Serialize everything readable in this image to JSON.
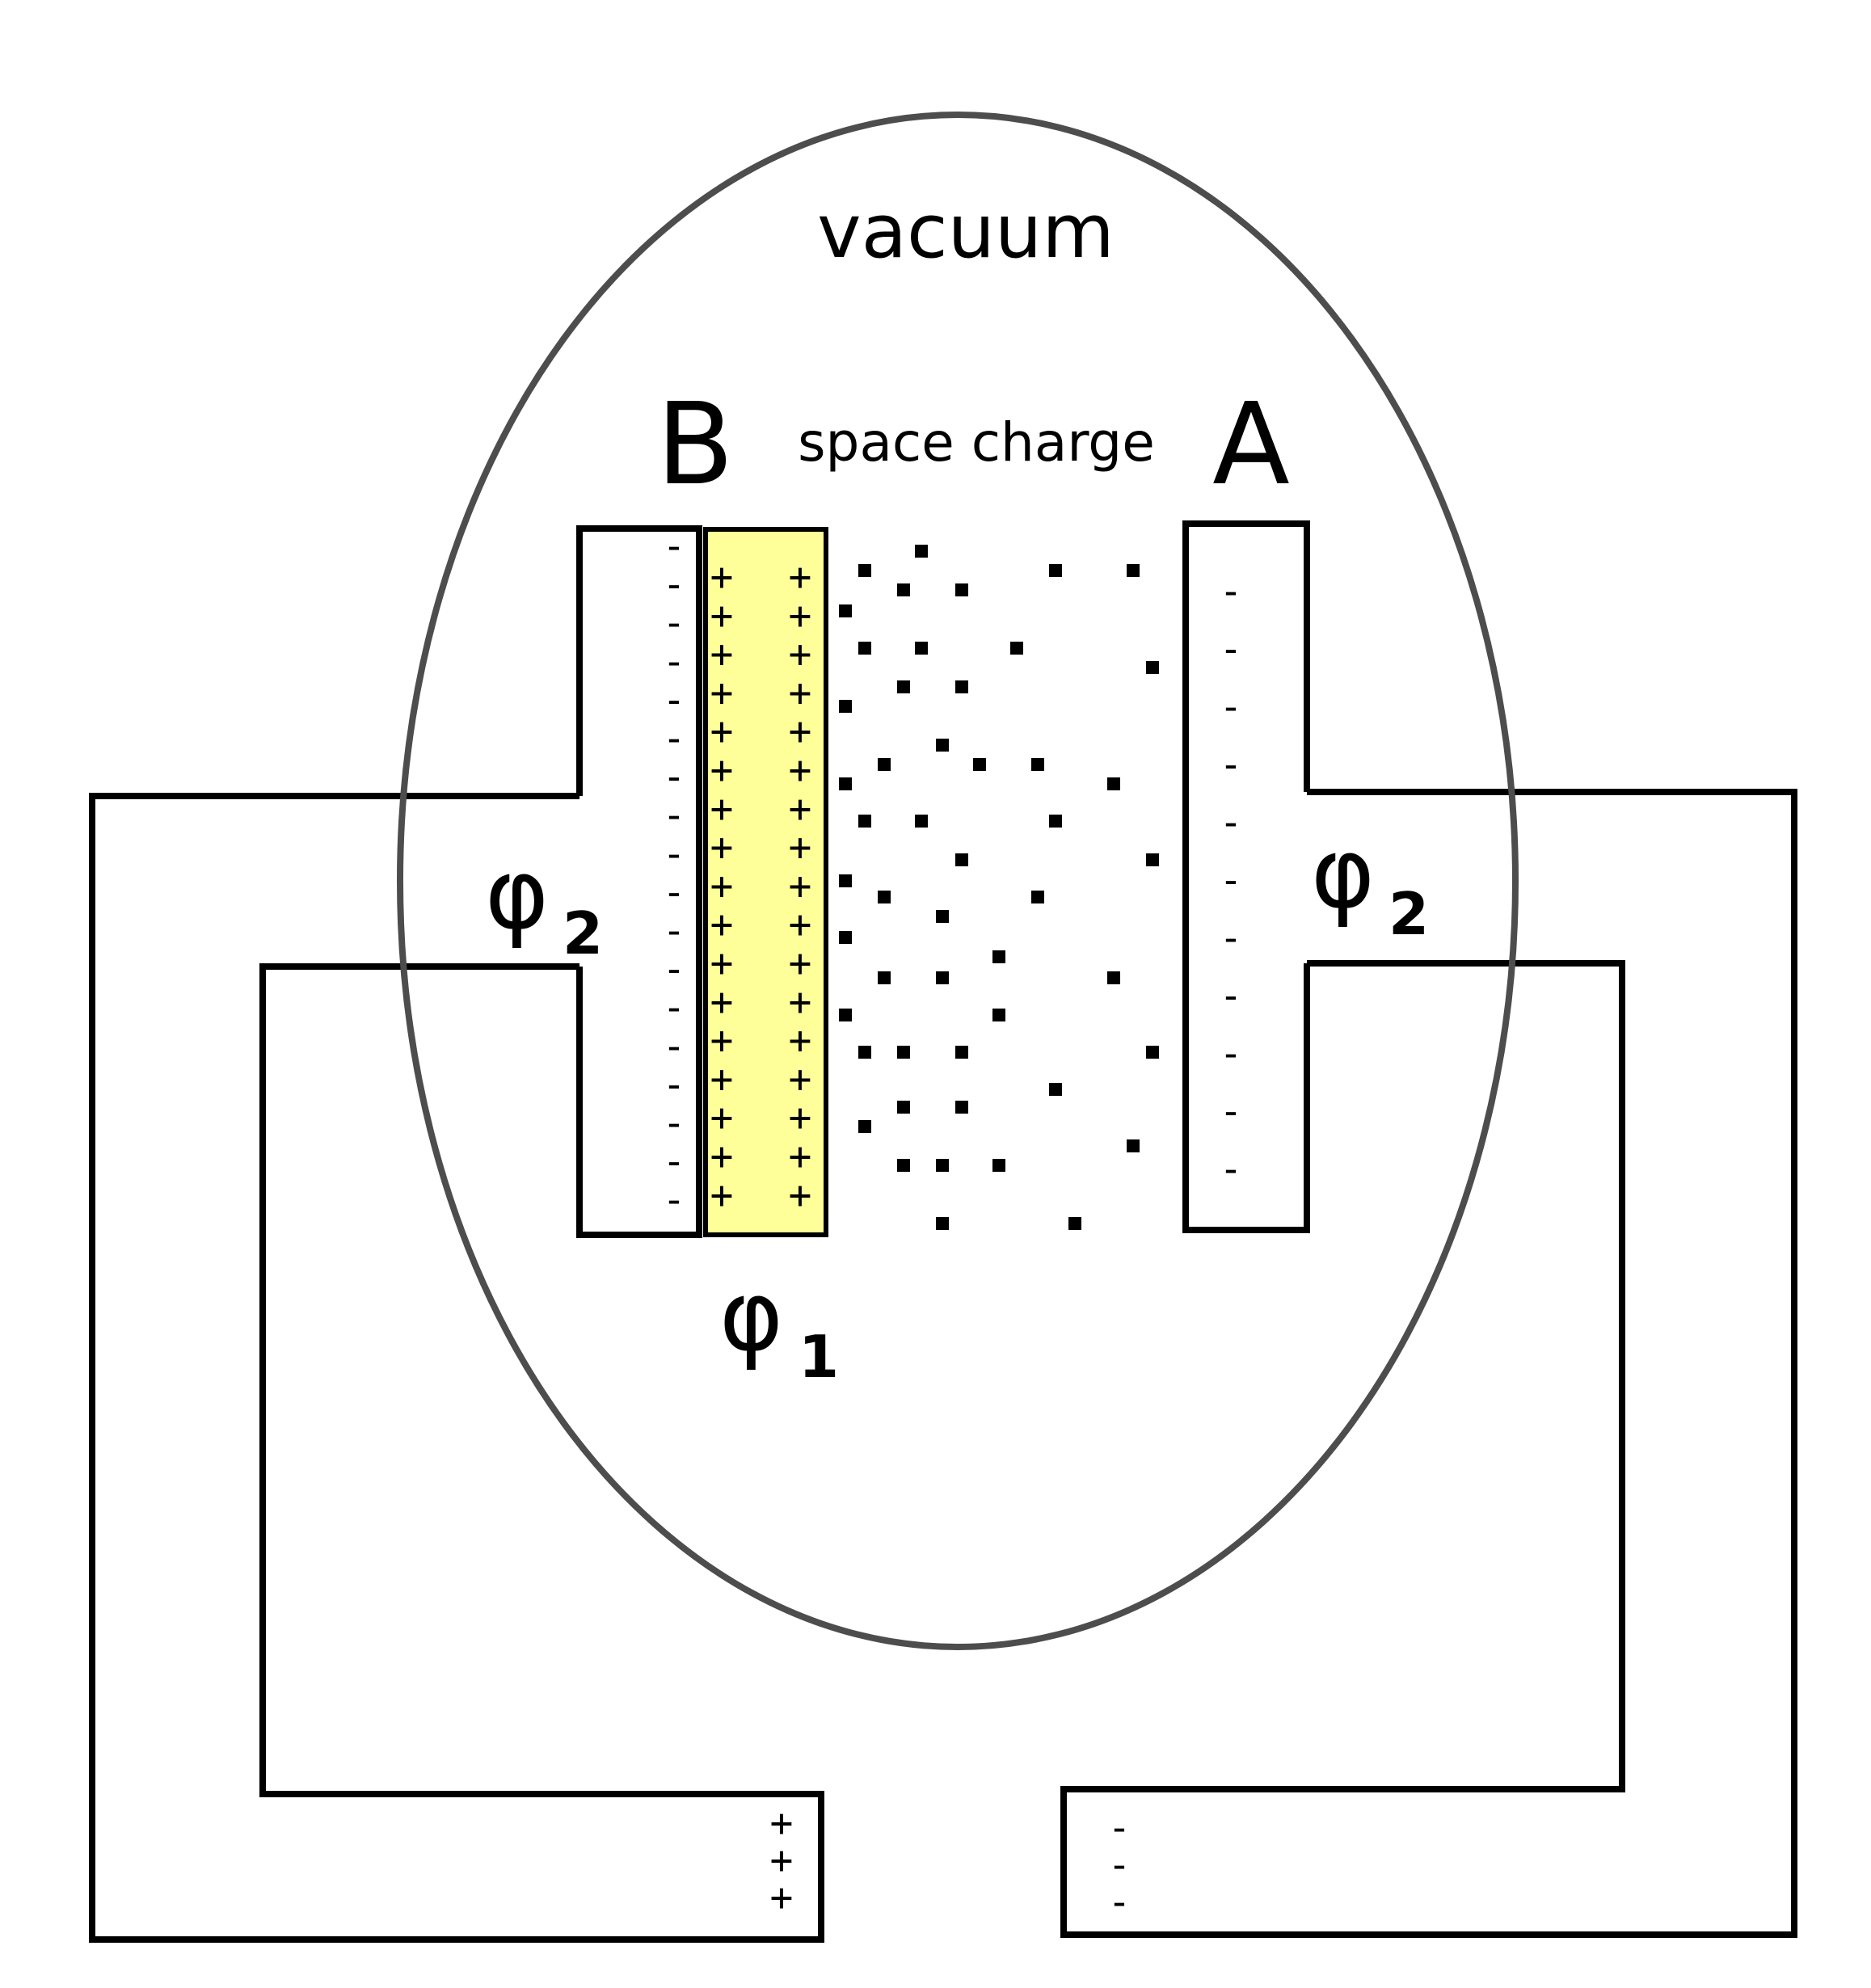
{
  "labels": {
    "vacuum": "vacuum",
    "electrode_b": "B",
    "electrode_a": "A",
    "space_charge": "space charge",
    "phi_symbol": "φ",
    "phi1_sub": "1",
    "phi2_sub": "2",
    "plus": "+",
    "minus": "-"
  },
  "colors": {
    "layer_fill": "#ffff99",
    "vacuum_outline": "#4d4d4d",
    "line": "#000000",
    "background": "#ffffff"
  },
  "signs": {
    "electrode_b_minus_count": 18,
    "layer_plus_rows": 17,
    "electrode_a_minus_count": 11,
    "battery_plus_count": 3,
    "battery_minus_count": 3
  }
}
